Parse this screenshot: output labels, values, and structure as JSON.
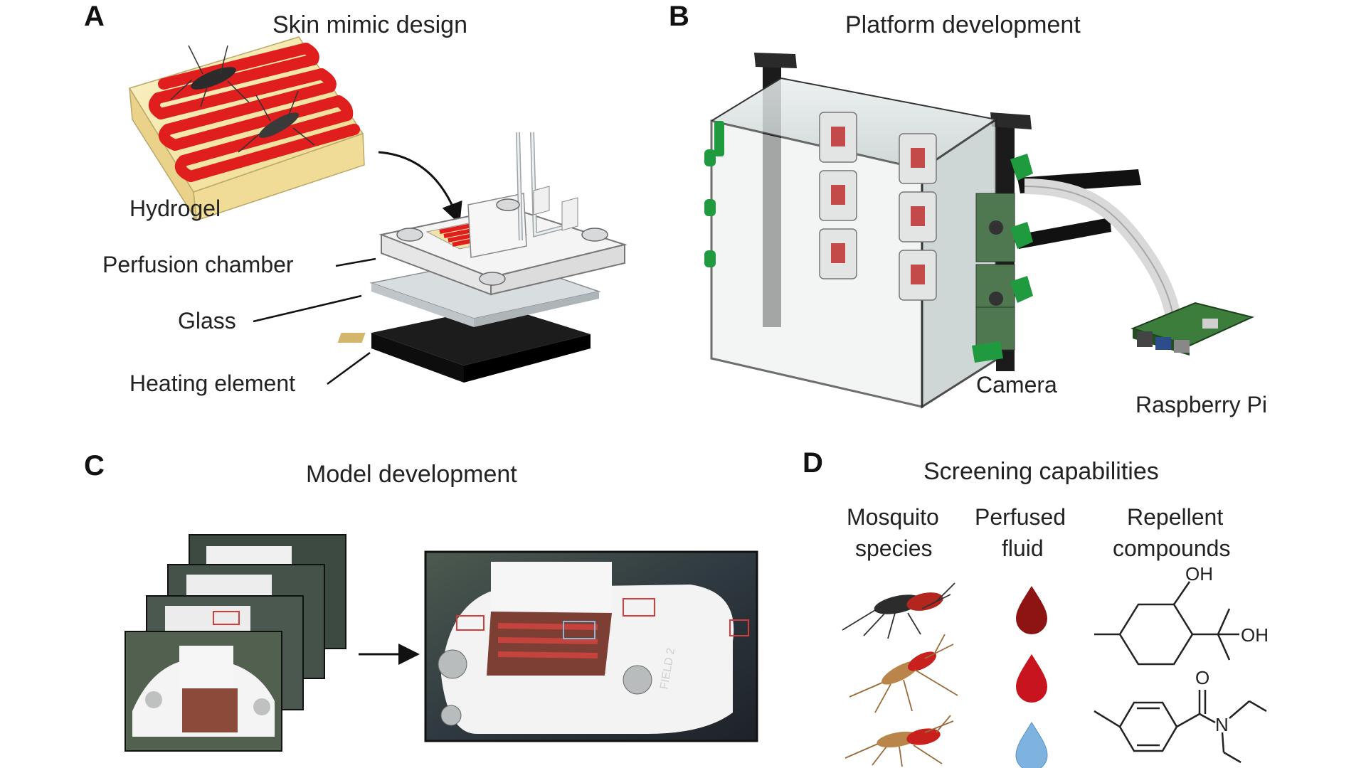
{
  "panels": {
    "a": {
      "letter": "A",
      "title": "Skin mimic design",
      "labels": {
        "hydrogel": "Hydrogel",
        "perfusion": "Perfusion chamber",
        "glass": "Glass",
        "heating": "Heating element"
      }
    },
    "b": {
      "letter": "B",
      "title": "Platform development",
      "labels": {
        "camera": "Camera",
        "pi": "Raspberry Pi"
      }
    },
    "c": {
      "letter": "C",
      "title": "Model development",
      "image_text": "FIELD 2"
    },
    "d": {
      "letter": "D",
      "title": "Screening capabilities",
      "col1_line1": "Mosquito",
      "col1_line2": "species",
      "col2_line1": "Perfused",
      "col2_line2": "fluid",
      "col3_line1": "Repellent",
      "col3_line2": "compounds",
      "chem1_oh_top": "OH",
      "chem1_oh_right": "OH",
      "chem2_o": "O",
      "chem2_n": "N"
    }
  },
  "colors": {
    "hydrogel_red": "#e01e1e",
    "hydrogel_gel": "#f7e7a9",
    "bracket_green": "#1f9a3f",
    "blood_dark": "#8e1414",
    "blood": "#c8141e",
    "water": "#7fb3df"
  }
}
